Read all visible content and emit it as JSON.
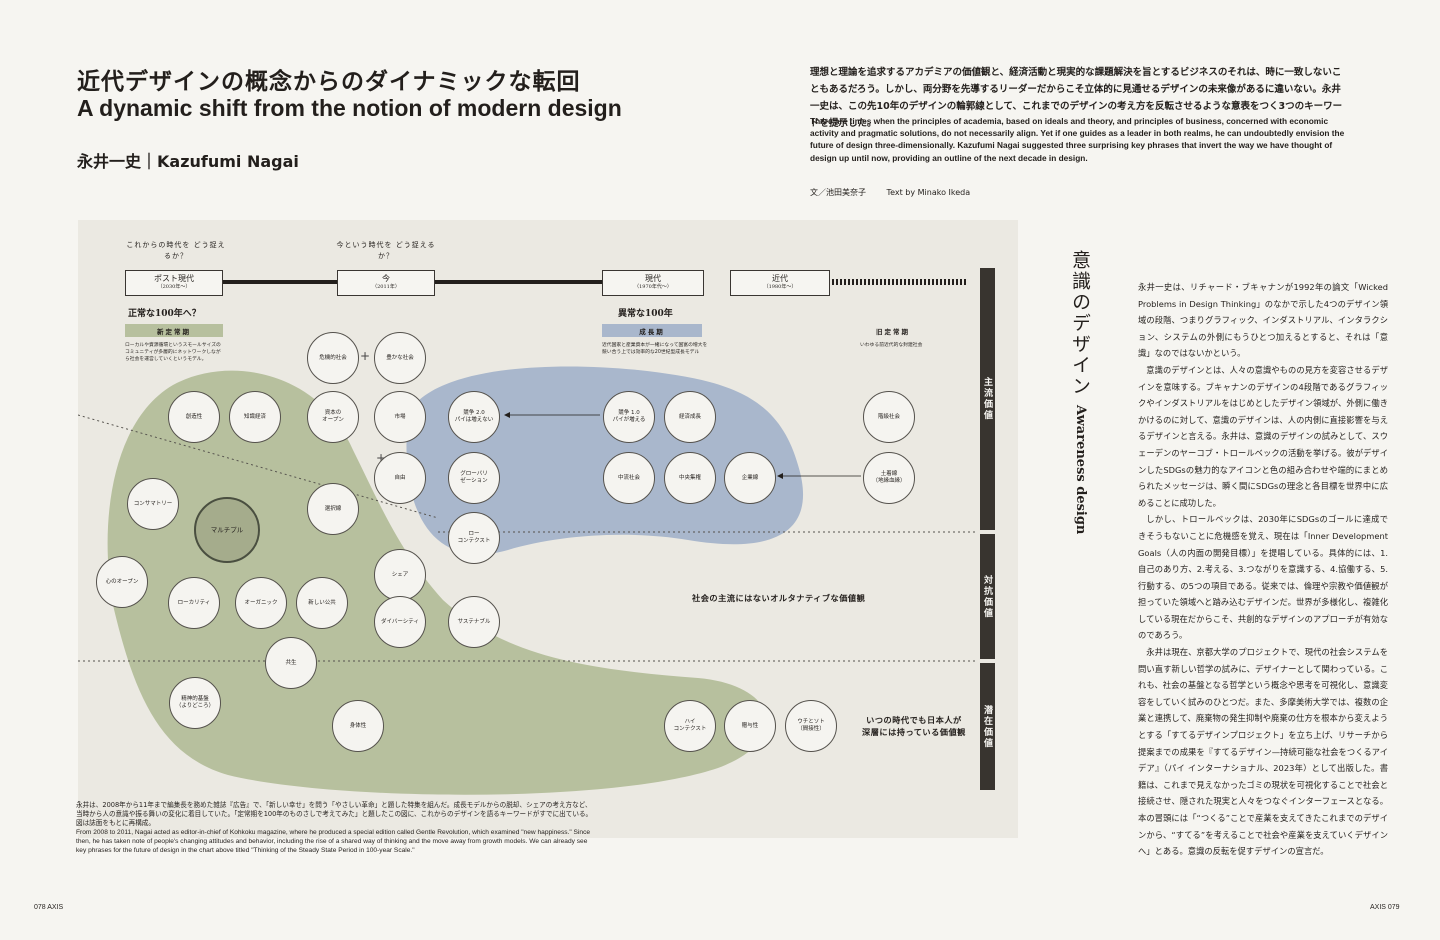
{
  "header": {
    "title_jp": "近代デザインの概念からのダイナミックな転回",
    "title_en": "A dynamic shift from the notion of modern design",
    "author": "永井一史｜Kazufumi Nagai"
  },
  "lead": {
    "jp": "理想と理論を追求するアカデミアの価値観と、経済活動と現実的な課題解決を旨とするビジネスのそれは、時に一致しないこともあるだろう。しかし、両分野を先導するリーダーだからこそ立体的に見通せるデザインの未来像があるに違いない。永井一史は、この先10年のデザインの輪郭線として、これまでのデザインの考え方を反転させるような意表をつく3つのキーワードを提示した。",
    "en": "There are times when the principles of academia, based on ideals and theory, and principles of business, concerned with economic activity and pragmatic solutions, do not necessarily align. Yet if one guides as a leader in both realms, he can undoubtedly envision the future of design three-dimensionally. Kazufumi Nagai suggested three surprising key phrases that invert the way we have thought of design up until now, providing an outline of the next decade in design.",
    "credit_jp": "文／池田美奈子",
    "credit_en": "Text by Minako Ikeda"
  },
  "diagram": {
    "questions": [
      {
        "text": "これからの時代を\nどう捉えるか？"
      },
      {
        "text": "今という時代を\nどう捉えるか？"
      }
    ],
    "eras": [
      {
        "label": "ポスト現代",
        "sub": "（2030年〜）"
      },
      {
        "label": "今",
        "sub": "（2011年）"
      },
      {
        "label": "現代",
        "sub": "（1970年代〜）"
      },
      {
        "label": "近代",
        "sub": "（1980年〜）"
      }
    ],
    "headings": {
      "normal": "正常な100年へ？",
      "abnormal": "異常な100年"
    },
    "phases": {
      "new": "新定常期",
      "growth": "成長期",
      "old": "旧定常期"
    },
    "phase_notes": {
      "new": "ローカルや資源循環というスモールサイズのコミュニティが多層的にネットワークしながら社会を運営していくというモデル。",
      "growth": "近代国家と産業資本が一緒になって国富の増大を競い合う上では効率的な20世紀型成長モデル",
      "old": "いわゆる前近代的な封建社会"
    },
    "nodes": {
      "kiki": "危機的社会",
      "yutaka": "豊かな社会",
      "sozo": "創造性",
      "chishiki": "知識経済",
      "shihon": "資本の\nオープン",
      "shijo": "市場",
      "kyoso2": "競争 2.0\nパイは増えない",
      "kyoso1": "競争 1.0\nパイが増える",
      "keizai": "経済成長",
      "kaikyu": "階級社会",
      "jiyu": "自由",
      "global": "グローバリ\nゼーション",
      "chukan": "中流社会",
      "chuo": "中央集権",
      "kigyo": "企業線",
      "tochi": "土着線\n（地縁血縁）",
      "consult": "コンサマトリー",
      "multi": "マルチプル",
      "sentaku": "選択線",
      "lowctx": "ロー\nコンテクスト",
      "kokoro": "心のオープン",
      "local": "ローカリティ",
      "organic": "オーガニック",
      "atarashii": "新しい公共",
      "share": "シェア",
      "diversity": "ダイバーシティ",
      "sustain": "サステナブル",
      "kyosei": "共生",
      "seishin": "精神的基盤\n（よりどころ）",
      "shintai": "身体性",
      "highctx": "ハイ\nコンテクスト",
      "hoyo": "贈与性",
      "uchisoto": "ウチとソト\n（間接性）"
    },
    "value_bands": {
      "main": "主流価値",
      "counter": "対抗価値",
      "latent": "潜在価値"
    },
    "band_labels": {
      "alternative": "社会の主流にはないオルタナティブな価値観",
      "latent": "いつの時代でも日本人が\n深層には持っている価値観"
    },
    "colors": {
      "green_area": "#b7c09e",
      "blue_area": "#a9b7cc",
      "dark_bar": "#38342f"
    }
  },
  "caption": {
    "jp": "永井は、2008年から11年まで編集長を務めた雑誌『広告』で、「新しい幸せ」を問う「やさしい革命」と題した特集を組んだ。成長モデルからの脱却、シェアの考え方など、当時から人の意識や振る舞いの変化に着目していた。「定常期を100年のものさしで考えてみた」と題したこの図に、これからのデザインを語るキーワードがすでに出ている。図は誌面をもとに再構成。",
    "en": "From 2008 to 2011, Nagai acted as editor-in-chief of Kohkoku magazine, where he produced a special edition called Gentle Revolution, which examined \"new happiness.\" Since then, he has taken note of people's changing attitudes and behavior, including the rise of a shared way of thinking and the move away from growth models. We can already see key phrases for the future of design in the chart above titled \"Thinking of the Steady State Period in 100-year Scale.\""
  },
  "article": {
    "section_jp": "意識のデザイン",
    "section_en": "Awareness design",
    "paragraphs": [
      "永井一史は、リチャード・ブキャナンが1992年の論文「Wicked Problems in Design Thinking」のなかで示した4つのデザイン領域の段階、つまりグラフィック、インダストリアル、インタラクション、システムの外側にもうひとつ加えるとすると、それは「意識」なのではないかという。",
      "意識のデザインとは、人々の意識やものの見方を変容させるデザインを意味する。ブキャナンのデザインの4段階であるグラフィックやインダストリアルをはじめとしたデザイン領域が、外側に働きかけるのに対して、意識のデザインは、人の内側に直接影響を与えるデザインと言える。永井は、意識のデザインの試みとして、スウェーデンのヤーコブ・トロールベックの活動を挙げる。彼がデザインしたSDGsの魅力的なアイコンと色の組み合わせや端的にまとめられたメッセージは、瞬く間にSDGsの理念と各目標を世界中に広めることに成功した。",
      "しかし、トロールベックは、2030年にSDGsのゴールに達成できそうもないことに危機感を覚え、現在は「Inner Development Goals（人の内面の開発目標）」を提唱している。具体的には、1.自己のあり方、2.考える、3.つながりを意識する、4.協働する、5.行動する、の5つの項目である。従来では、倫理や宗教や価値観が担っていた領域へと踏み込むデザインだ。世界が多様化し、複雑化している現在だからこそ、共創的なデザインのアプローチが有効なのであろう。",
      "永井は現在、京都大学のプロジェクトで、現代の社会システムを問い直す新しい哲学の試みに、デザイナーとして関わっている。これも、社会の基盤となる哲学という概念や思考を可視化し、意識変容をしていく試みのひとつだ。また、多摩美術大学では、複数の企業と連携して、廃棄物の発生抑制や廃棄の仕方を根本から変えようとする「すてるデザインプロジェクト」を立ち上げ、リサーチから提案までの成果を『すてるデザイン—持続可能な社会をつくるアイデア』（パイ インターナショナル、2023年）として出版した。書籍は、これまで見えなかったゴミの現状を可視化することで社会と接続させ、隠された現実と人々をつなぐインターフェースとなる。本の冒頭には「“つくる”ことで産業を支えてきたこれまでのデザインから、“すてる”を考えることで社会や産業を支えていくデザインへ」とある。意識の反転を促すデザインの宣言だ。"
    ]
  },
  "folio": {
    "left": "078  AXIS",
    "right": "AXIS  079"
  }
}
